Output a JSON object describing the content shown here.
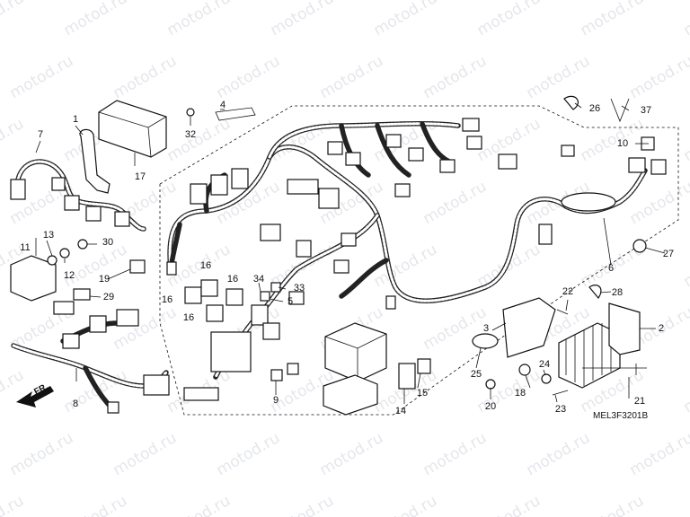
{
  "watermark": "motod.ru",
  "diagram_code": "MEL3F3201B",
  "front_marker": "FR.",
  "callouts": [
    "1",
    "2",
    "3",
    "4",
    "5",
    "6",
    "7",
    "8",
    "9",
    "10",
    "11",
    "12",
    "13",
    "14",
    "15",
    "16",
    "16",
    "16",
    "16",
    "17",
    "18",
    "19",
    "20",
    "21",
    "22",
    "23",
    "24",
    "25",
    "26",
    "27",
    "28",
    "29",
    "30",
    "32",
    "33",
    "34",
    "37"
  ]
}
